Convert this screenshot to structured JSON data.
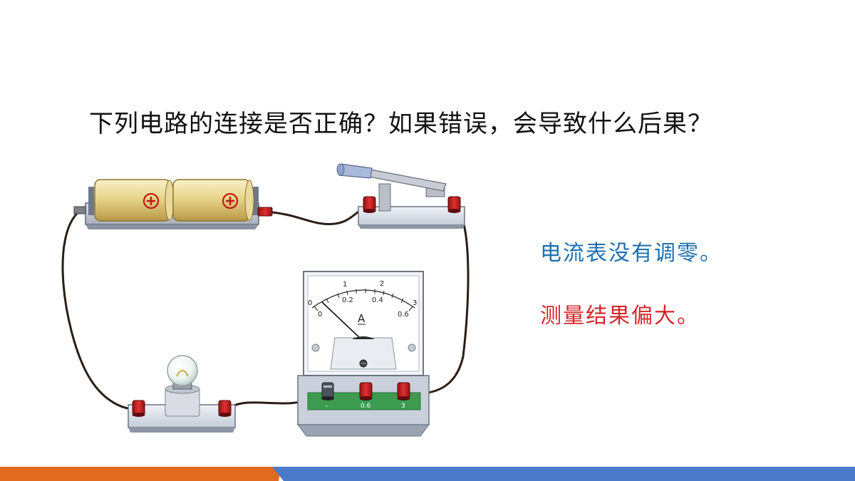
{
  "question": "下列电路的连接是否正确？如果错误，会导致什么后果？",
  "answers": [
    {
      "text": "电流表没有调零。",
      "color": "#1f6fb0"
    },
    {
      "text": "测量结果偏大。",
      "color": "#d7262b"
    }
  ],
  "ammeter": {
    "unit": "A",
    "scale_top": [
      "0",
      "1",
      "2",
      "3"
    ],
    "scale_bottom": [
      "0",
      "0.2",
      "0.4",
      "0.6"
    ],
    "terminals": [
      "-",
      "0.6",
      "3"
    ]
  },
  "battery": {
    "symbols": [
      "⊕",
      "⊕"
    ]
  },
  "colors": {
    "orange_bar": "#e06a1e",
    "blue_bar": "#4a7ac8",
    "terminal_red": "#cc1f1f",
    "green_panel": "#3c9b4e",
    "wire": "#2b1d14"
  }
}
